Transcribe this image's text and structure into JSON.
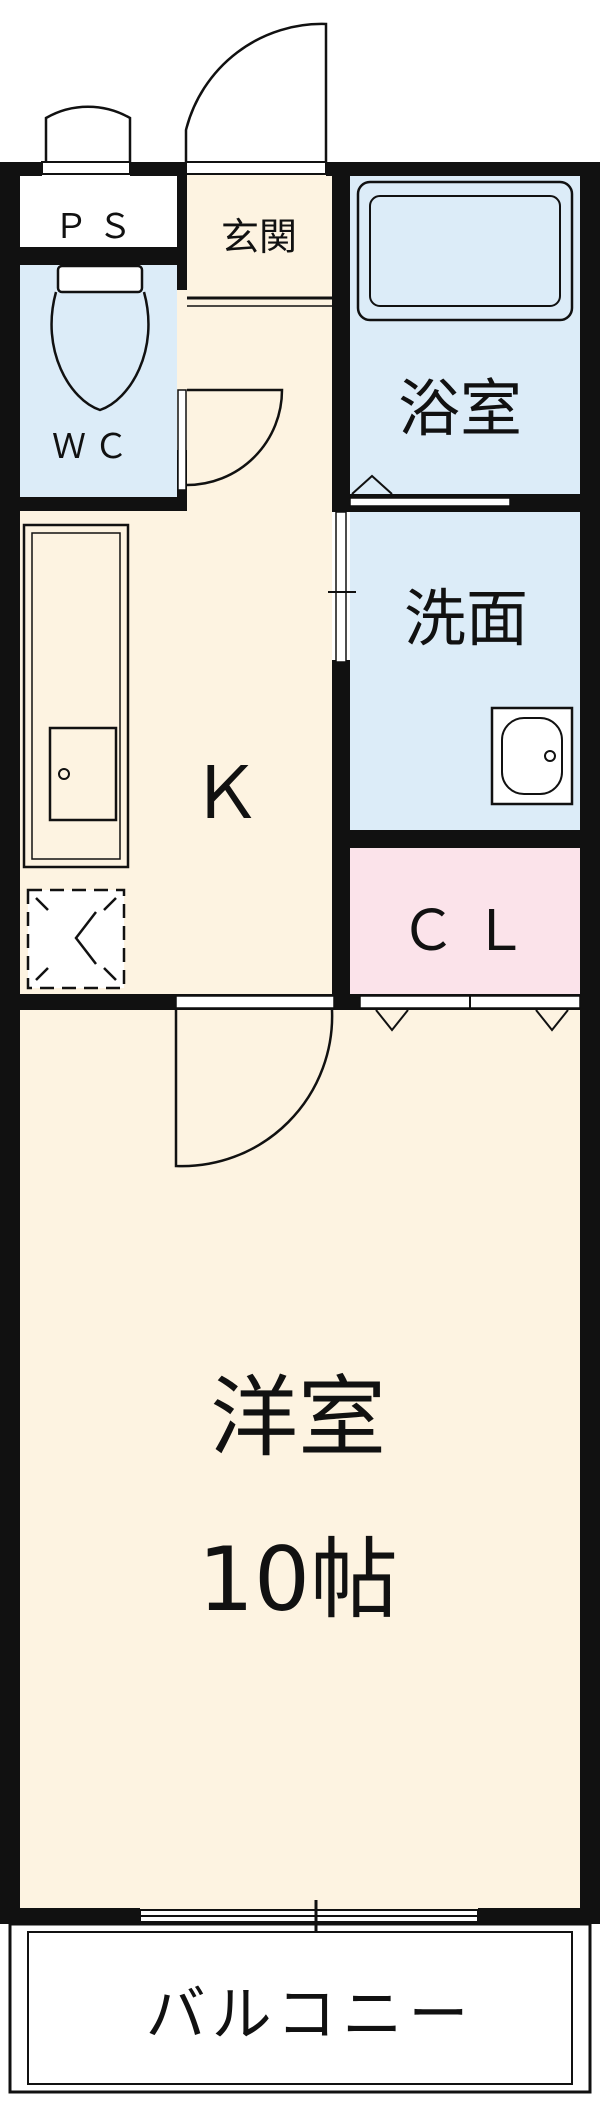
{
  "rooms": {
    "ps": "ＰＳ",
    "entrance": "玄関",
    "wc": "ＷＣ",
    "bath": "浴室",
    "washroom": "洗面",
    "kitchen": "Ｋ",
    "closet": "ＣＬ",
    "western": "洋室",
    "western_size": "10帖",
    "balcony": "バルコニー"
  },
  "colors": {
    "floor": "#fdf3e1",
    "wet_area": "#dcecf8",
    "closet": "#fbe3ea",
    "wall": "#111111",
    "white": "#ffffff"
  }
}
